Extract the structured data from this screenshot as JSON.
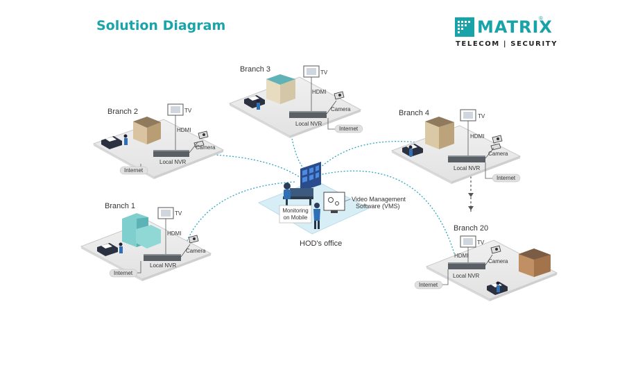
{
  "title": "Solution Diagram",
  "logo": {
    "name": "MATRIX",
    "tagline": "TELECOM | SECURITY",
    "registered": "®"
  },
  "hub": {
    "label": "HOD's office",
    "monitoring_label": [
      "Monitoring",
      "on Mobile"
    ],
    "vms_label": [
      "Video Management",
      "Software (VMS)"
    ]
  },
  "branches": [
    {
      "name": "Branch 1",
      "tv": "TV",
      "hdmi": "HDMI",
      "camera": "Camera",
      "nvr": "Local NVR",
      "internet": "Internet"
    },
    {
      "name": "Branch 2",
      "tv": "TV",
      "hdmi": "HDMI",
      "camera": "Camera",
      "nvr": "Local NVR",
      "internet": "Internet"
    },
    {
      "name": "Branch 3",
      "tv": "TV",
      "hdmi": "HDMI",
      "camera": "Camera",
      "nvr": "Local NVR",
      "internet": "Internet"
    },
    {
      "name": "Branch 4",
      "tv": "TV",
      "hdmi": "HDMI",
      "camera": "Camera",
      "nvr": "Local NVR",
      "internet": "Internet"
    },
    {
      "name": "Branch 20",
      "tv": "TV",
      "hdmi": "HDMI",
      "camera": "Camera",
      "nvr": "Local NVR",
      "internet": "Internet"
    }
  ],
  "colors": {
    "accent": "#1aa3a8",
    "platform": "#e9e9e9",
    "platform_edge": "#cfcfcf",
    "nvr": "#5a5f66",
    "link": "#2aa7c0",
    "hub_floor": "#d8eef6"
  }
}
